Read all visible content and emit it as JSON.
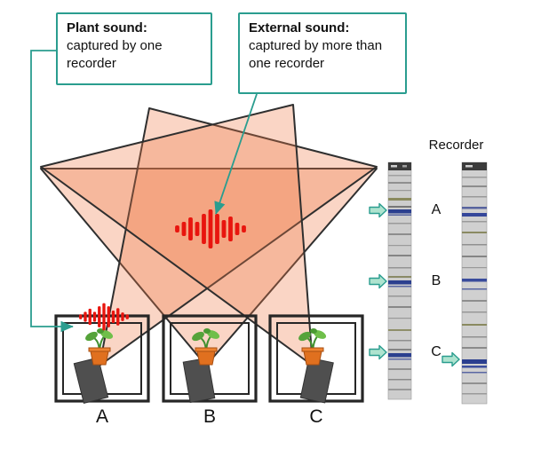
{
  "callouts": {
    "plant_sound": {
      "title": "Plant sound:",
      "body": "captured by one recorder"
    },
    "external_sound": {
      "title": "External sound:",
      "body": "captured by more than one recorder"
    }
  },
  "boxes": [
    {
      "label": "A"
    },
    {
      "label": "B"
    },
    {
      "label": "C"
    }
  ],
  "recorder_panel": {
    "title": "Recorder",
    "rows": [
      {
        "label": "A",
        "left_strip_arrow": true,
        "right_strip_arrow": false
      },
      {
        "label": "B",
        "left_strip_arrow": true,
        "right_strip_arrow": false
      },
      {
        "label": "C",
        "left_strip_arrow": true,
        "right_strip_arrow": true
      }
    ]
  },
  "icons": {
    "external-sound-waveform-icon": "red audio waveform",
    "plant-sound-waveform-icon": "red audio waveform (small)",
    "potted-plant-icon": "seedling in orange pot",
    "microphone-icon": "dark gray tilted microphone block",
    "arrow-marker-icon": "light teal block arrow pointing right",
    "connector-arrow": "teal line with arrowhead"
  },
  "colors": {
    "accent_teal": "#2a9d8f",
    "cone_fill": "#f07b4a",
    "cone_outline": "#2f2f2f",
    "waveform_red": "#e8150e",
    "marker_arrow_fill": "#aee3cf",
    "spectrogram_navy": "#2b3f8f"
  }
}
